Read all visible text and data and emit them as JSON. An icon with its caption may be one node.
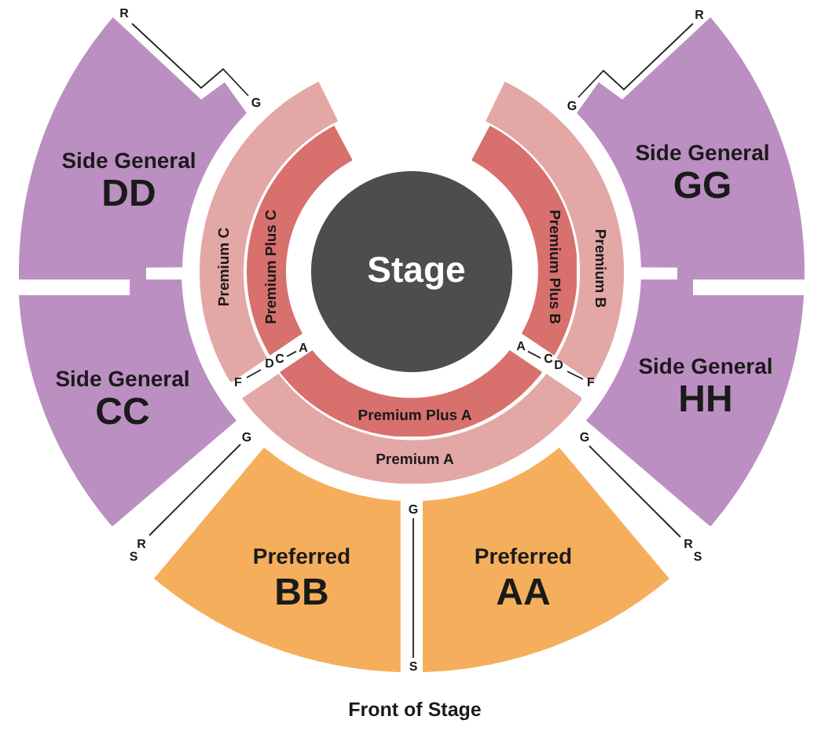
{
  "diagram": {
    "nodes": [
      {
        "text": [
          "Side General",
          "DD"
        ]
      },
      {
        "text": [
          "Side General",
          "GG"
        ]
      },
      {
        "text": [
          "Premium C"
        ]
      },
      {
        "text": [
          "Premium Plus C"
        ]
      },
      {
        "text": [
          "Stage"
        ]
      },
      {
        "text": [
          "Premium Plus B"
        ]
      },
      {
        "text": [
          "Premium B"
        ]
      },
      {
        "text": [
          "Side General",
          "CC"
        ]
      },
      {
        "text": [
          "Side General",
          "HH"
        ]
      },
      {
        "text": [
          "Premium Plus A"
        ]
      },
      {
        "text": [
          "Premium A"
        ]
      },
      {
        "text": [
          "Preferred",
          "BB"
        ]
      },
      {
        "text": [
          "Preferred",
          "AA"
        ]
      }
    ],
    "labels": [
      "R",
      "R",
      "G",
      "G",
      "A",
      "C",
      "D",
      "F",
      "A",
      "C",
      "D",
      "F",
      "G",
      "G",
      "G",
      "R",
      "S",
      "R",
      "S",
      "S",
      "Front of Stage"
    ]
  }
}
